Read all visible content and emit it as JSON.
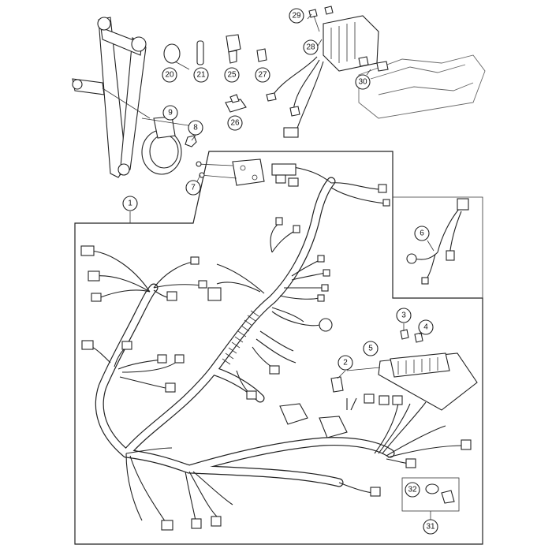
{
  "diagram": {
    "callouts": [
      {
        "id": "c1",
        "label": "1"
      },
      {
        "id": "c2",
        "label": "2"
      },
      {
        "id": "c3",
        "label": "3"
      },
      {
        "id": "c4",
        "label": "4"
      },
      {
        "id": "c5",
        "label": "5"
      },
      {
        "id": "c6",
        "label": "6"
      },
      {
        "id": "c7",
        "label": "7"
      },
      {
        "id": "c8",
        "label": "8"
      },
      {
        "id": "c9",
        "label": "9"
      },
      {
        "id": "c20",
        "label": "20"
      },
      {
        "id": "c21",
        "label": "21"
      },
      {
        "id": "c25",
        "label": "25"
      },
      {
        "id": "c26",
        "label": "26"
      },
      {
        "id": "c27",
        "label": "27"
      },
      {
        "id": "c28",
        "label": "28"
      },
      {
        "id": "c29",
        "label": "29"
      },
      {
        "id": "c30",
        "label": "30"
      },
      {
        "id": "c31",
        "label": "31"
      },
      {
        "id": "c32",
        "label": "32"
      }
    ]
  }
}
